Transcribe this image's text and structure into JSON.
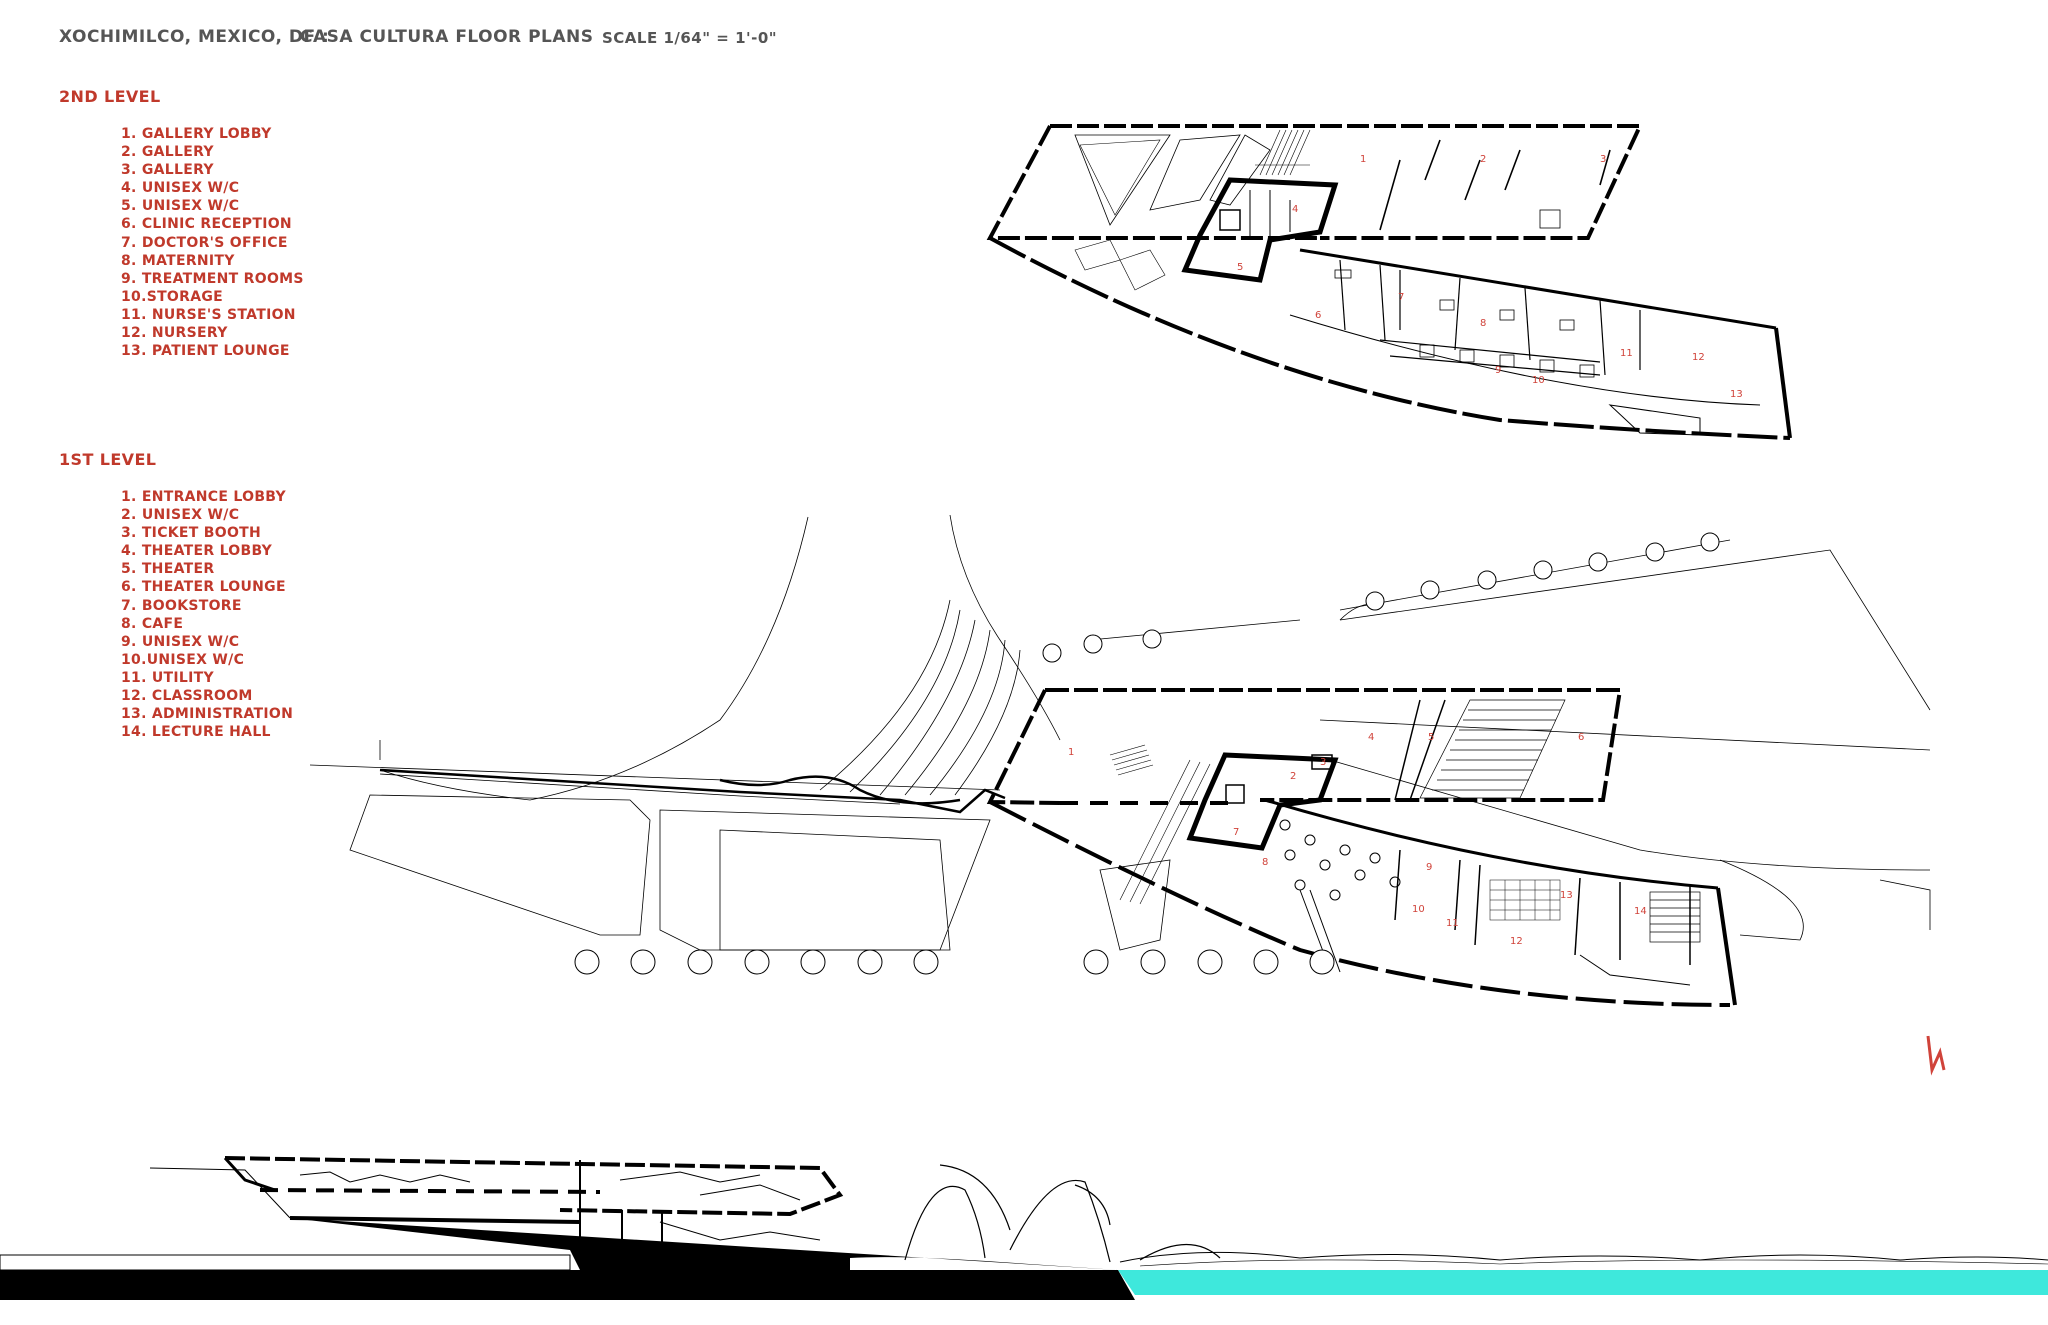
{
  "header": {
    "location": "XOCHIMILCO, MEXICO, DF :",
    "title": "CASA CULTURA  FLOOR PLANS",
    "scale": "SCALE 1/64\" = 1'-0\""
  },
  "levels": [
    {
      "title": "2ND LEVEL",
      "rooms": [
        "1. GALLERY LOBBY",
        "2. GALLERY",
        "3. GALLERY",
        "4. UNISEX W/C",
        "5. UNISEX W/C",
        "6. CLINIC RECEPTION",
        "7. DOCTOR'S OFFICE",
        "8. MATERNITY",
        "9. TREATMENT ROOMS",
        "10.STORAGE",
        "11. NURSE'S STATION",
        "12. NURSERY",
        "13. PATIENT LOUNGE"
      ]
    },
    {
      "title": "1ST LEVEL",
      "rooms": [
        "1. ENTRANCE LOBBY",
        "2. UNISEX W/C",
        "3. TICKET BOOTH",
        "4. THEATER LOBBY",
        "5. THEATER",
        "6. THEATER LOUNGE",
        "7. BOOKSTORE",
        "8. CAFE",
        "9. UNISEX W/C",
        "10.UNISEX W/C",
        "11. UTILITY",
        "12. CLASSROOM",
        "13. ADMINISTRATION",
        "14. LECTURE HALL"
      ]
    }
  ],
  "plan_labels": {
    "level2": [
      "1",
      "2",
      "3",
      "4",
      "5",
      "6",
      "7",
      "8",
      "9",
      "10",
      "11",
      "12",
      "13"
    ],
    "level1": [
      "1",
      "2",
      "3",
      "4",
      "5",
      "6",
      "7",
      "8",
      "9",
      "10",
      "11",
      "12",
      "13",
      "14"
    ]
  },
  "colors": {
    "label_red": "#c0392b",
    "header_grey": "#555555",
    "water": "#3ee8dc",
    "ink": "#000000"
  },
  "icons": {
    "north_arrow": "north-arrow-icon"
  }
}
